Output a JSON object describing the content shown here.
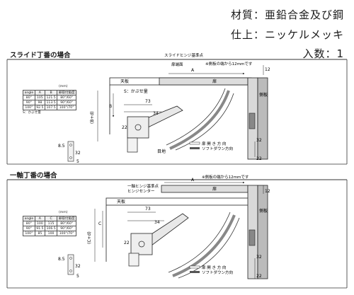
{
  "specs": {
    "material": "材質：亜鉛合金及び鋼",
    "finish": "仕上：ニッケルメッキ",
    "quantity": "入数：1"
  },
  "section1": {
    "title": "スライド丁番の場合",
    "unit": "(mm)",
    "table": {
      "headers": [
        "angle",
        "A",
        "B",
        "扉取付角度"
      ],
      "rows": [
        [
          "80°",
          "105",
          "121.5",
          "80°/60°"
        ],
        [
          "90°",
          "98",
          "113.5",
          "90°/60°"
        ],
        [
          "100°",
          "92.5",
          "107.5",
          "100°/70°"
        ]
      ]
    },
    "table_note": "S：かぶせ量",
    "labels": {
      "pivot": "スライドヒンジ基準点",
      "door_end": "扉端面",
      "note12": "※側板の端から12mmです",
      "tenita": "天板",
      "tobira": "扉",
      "sokuita": "側板",
      "s_label": "S：かぶせ量",
      "mejiri": "目地",
      "a": "A",
      "b": "B",
      "bd": "(B+d)",
      "d73": "73",
      "d34": "34",
      "d32": "32",
      "d22": "22",
      "d12": "12",
      "d8_5": "8.5",
      "d5": "5",
      "legend1": "扉 開 き 方 向",
      "legend2": "ソフトダウン方向"
    }
  },
  "section2": {
    "title": "一軸丁番の場合",
    "unit": "(mm)",
    "table": {
      "headers": [
        "angle",
        "A",
        "C",
        "扉取付角度"
      ],
      "rows": [
        [
          "80°",
          "100",
          "115",
          "80°/60°"
        ],
        [
          "90°",
          "91.5",
          "106.5",
          "90°/60°"
        ],
        [
          "100°",
          "85",
          "100",
          "100°/70°"
        ]
      ]
    },
    "labels": {
      "pivot1": "一軸ヒンジ基準点",
      "pivot2": "ヒンジセンター",
      "note12": "※側板の端から12mmです",
      "tenita": "天板",
      "tobira": "扉",
      "sokuita": "側板",
      "a": "A",
      "c": "C",
      "cd": "(C+d)",
      "d73": "73",
      "d34": "34",
      "d32": "32",
      "d22": "22",
      "d12": "12",
      "d8_5": "8.5",
      "d5": "5",
      "legend1": "扉 開 き 方 向",
      "legend2": "ソフトダウン方向"
    }
  }
}
